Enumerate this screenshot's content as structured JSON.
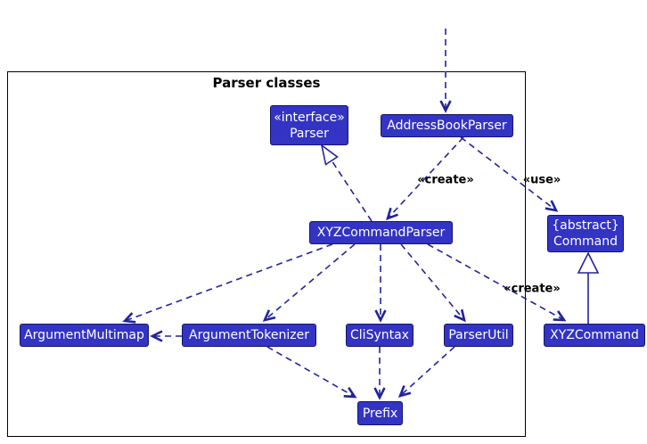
{
  "diagram": {
    "title": "Parser classes",
    "classes": [
      {
        "id": "parser",
        "stereotype": "«interface»",
        "name": "Parser"
      },
      {
        "id": "address-book-parser",
        "name": "AddressBookParser"
      },
      {
        "id": "xyz-command-parser",
        "name": "XYZCommandParser"
      },
      {
        "id": "command",
        "stereotype": "{abstract}",
        "name": "Command"
      },
      {
        "id": "argument-multimap",
        "name": "ArgumentMultimap"
      },
      {
        "id": "argument-tokenizer",
        "name": "ArgumentTokenizer"
      },
      {
        "id": "cli-syntax",
        "name": "CliSyntax"
      },
      {
        "id": "parser-util",
        "name": "ParserUtil"
      },
      {
        "id": "xyz-command",
        "name": "XYZCommand"
      },
      {
        "id": "prefix",
        "name": "Prefix"
      }
    ],
    "edge_labels": {
      "create_top": "«create»",
      "use": "«use»",
      "create_bottom": "«create»"
    },
    "edges": [
      {
        "from": "(external)",
        "to": "AddressBookParser",
        "style": "dashed-arrow"
      },
      {
        "from": "AddressBookParser",
        "to": "XYZCommandParser",
        "style": "dashed-arrow",
        "label": "«create»"
      },
      {
        "from": "AddressBookParser",
        "to": "Command",
        "style": "dashed-arrow",
        "label": "«use»"
      },
      {
        "from": "XYZCommandParser",
        "to": "Parser",
        "style": "dashed-hollow-triangle"
      },
      {
        "from": "XYZCommandParser",
        "to": "ArgumentMultimap",
        "style": "dashed-arrow"
      },
      {
        "from": "XYZCommandParser",
        "to": "ArgumentTokenizer",
        "style": "dashed-arrow"
      },
      {
        "from": "XYZCommandParser",
        "to": "CliSyntax",
        "style": "dashed-arrow"
      },
      {
        "from": "XYZCommandParser",
        "to": "ParserUtil",
        "style": "dashed-arrow"
      },
      {
        "from": "XYZCommandParser",
        "to": "XYZCommand",
        "style": "dashed-arrow",
        "label": "«create»"
      },
      {
        "from": "ArgumentTokenizer",
        "to": "ArgumentMultimap",
        "style": "dashed-arrow"
      },
      {
        "from": "ArgumentTokenizer",
        "to": "Prefix",
        "style": "dashed-arrow"
      },
      {
        "from": "CliSyntax",
        "to": "Prefix",
        "style": "dashed-arrow"
      },
      {
        "from": "ParserUtil",
        "to": "Prefix",
        "style": "dashed-arrow"
      },
      {
        "from": "XYZCommand",
        "to": "Command",
        "style": "solid-hollow-triangle"
      }
    ],
    "colors": {
      "class_fill": "#3333C4",
      "class_border": "#16166B",
      "class_text": "#FFFFFF",
      "arrow": "#23239B",
      "frame_border": "#000000",
      "label_text": "#000000",
      "background": "#FFFFFF"
    }
  }
}
